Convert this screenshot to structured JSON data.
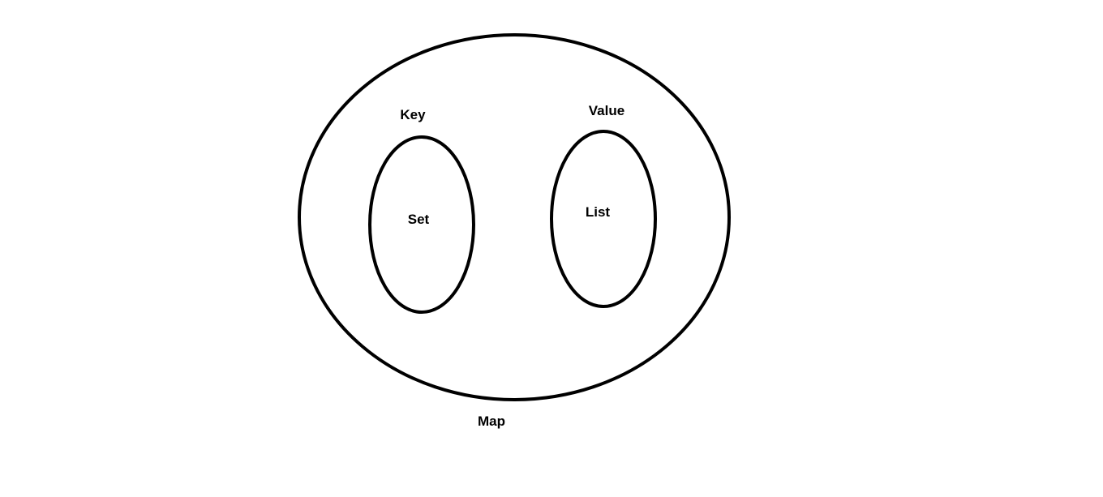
{
  "diagram": {
    "outer": {
      "label": "Map"
    },
    "left": {
      "title": "Key",
      "inner_label": "Set"
    },
    "right": {
      "title": "Value",
      "inner_label": "List"
    }
  },
  "colors": {
    "stroke": "#000000",
    "background": "#ffffff"
  }
}
